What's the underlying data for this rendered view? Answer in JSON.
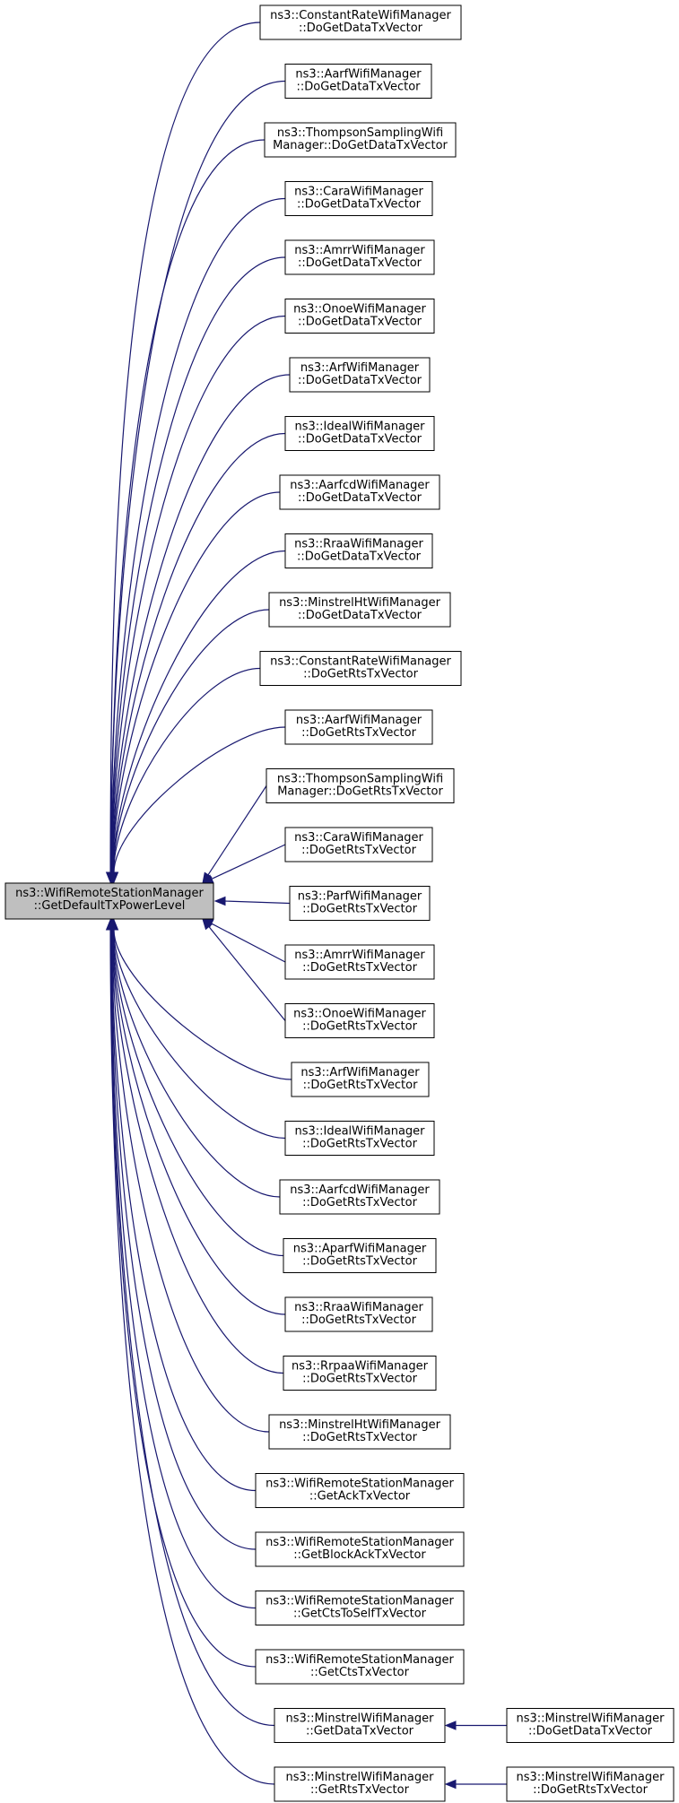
{
  "diagram": {
    "type": "caller-graph",
    "colors": {
      "edge": "#191970",
      "root_fill": "#bfbfbf",
      "node_fill": "#ffffff",
      "border": "#000000"
    },
    "root": {
      "id": "root",
      "lines": [
        "ns3::WifiRemoteStationManager",
        "::GetDefaultTxPowerLevel"
      ]
    },
    "callers": [
      {
        "id": "n1",
        "lines": [
          "ns3::ConstantRateWifiManager",
          "::DoGetDataTxVector"
        ]
      },
      {
        "id": "n2",
        "lines": [
          "ns3::AarfWifiManager",
          "::DoGetDataTxVector"
        ]
      },
      {
        "id": "n3",
        "lines": [
          "ns3::ThompsonSamplingWifi",
          "Manager::DoGetDataTxVector"
        ]
      },
      {
        "id": "n4",
        "lines": [
          "ns3::CaraWifiManager",
          "::DoGetDataTxVector"
        ]
      },
      {
        "id": "n5",
        "lines": [
          "ns3::AmrrWifiManager",
          "::DoGetDataTxVector"
        ]
      },
      {
        "id": "n6",
        "lines": [
          "ns3::OnoeWifiManager",
          "::DoGetDataTxVector"
        ]
      },
      {
        "id": "n7",
        "lines": [
          "ns3::ArfWifiManager",
          "::DoGetDataTxVector"
        ]
      },
      {
        "id": "n8",
        "lines": [
          "ns3::IdealWifiManager",
          "::DoGetDataTxVector"
        ]
      },
      {
        "id": "n9",
        "lines": [
          "ns3::AarfcdWifiManager",
          "::DoGetDataTxVector"
        ]
      },
      {
        "id": "n10",
        "lines": [
          "ns3::RraaWifiManager",
          "::DoGetDataTxVector"
        ]
      },
      {
        "id": "n11",
        "lines": [
          "ns3::MinstrelHtWifiManager",
          "::DoGetDataTxVector"
        ]
      },
      {
        "id": "n12",
        "lines": [
          "ns3::ConstantRateWifiManager",
          "::DoGetRtsTxVector"
        ]
      },
      {
        "id": "n13",
        "lines": [
          "ns3::AarfWifiManager",
          "::DoGetRtsTxVector"
        ]
      },
      {
        "id": "n14",
        "lines": [
          "ns3::ThompsonSamplingWifi",
          "Manager::DoGetRtsTxVector"
        ]
      },
      {
        "id": "n15",
        "lines": [
          "ns3::CaraWifiManager",
          "::DoGetRtsTxVector"
        ]
      },
      {
        "id": "n16",
        "lines": [
          "ns3::ParfWifiManager",
          "::DoGetRtsTxVector"
        ]
      },
      {
        "id": "n17",
        "lines": [
          "ns3::AmrrWifiManager",
          "::DoGetRtsTxVector"
        ]
      },
      {
        "id": "n18",
        "lines": [
          "ns3::OnoeWifiManager",
          "::DoGetRtsTxVector"
        ]
      },
      {
        "id": "n19",
        "lines": [
          "ns3::ArfWifiManager",
          "::DoGetRtsTxVector"
        ]
      },
      {
        "id": "n20",
        "lines": [
          "ns3::IdealWifiManager",
          "::DoGetRtsTxVector"
        ]
      },
      {
        "id": "n21",
        "lines": [
          "ns3::AarfcdWifiManager",
          "::DoGetRtsTxVector"
        ]
      },
      {
        "id": "n22",
        "lines": [
          "ns3::AparfWifiManager",
          "::DoGetRtsTxVector"
        ]
      },
      {
        "id": "n23",
        "lines": [
          "ns3::RraaWifiManager",
          "::DoGetRtsTxVector"
        ]
      },
      {
        "id": "n24",
        "lines": [
          "ns3::RrpaaWifiManager",
          "::DoGetRtsTxVector"
        ]
      },
      {
        "id": "n25",
        "lines": [
          "ns3::MinstrelHtWifiManager",
          "::DoGetRtsTxVector"
        ]
      },
      {
        "id": "n26",
        "lines": [
          "ns3::WifiRemoteStationManager",
          "::GetAckTxVector"
        ]
      },
      {
        "id": "n27",
        "lines": [
          "ns3::WifiRemoteStationManager",
          "::GetBlockAckTxVector"
        ]
      },
      {
        "id": "n28",
        "lines": [
          "ns3::WifiRemoteStationManager",
          "::GetCtsToSelfTxVector"
        ]
      },
      {
        "id": "n29",
        "lines": [
          "ns3::WifiRemoteStationManager",
          "::GetCtsTxVector"
        ]
      },
      {
        "id": "n30",
        "lines": [
          "ns3::MinstrelWifiManager",
          "::GetDataTxVector"
        ]
      },
      {
        "id": "n31",
        "lines": [
          "ns3::MinstrelWifiManager",
          "::GetRtsTxVector"
        ]
      }
    ],
    "second_level": [
      {
        "id": "m1",
        "lines": [
          "ns3::MinstrelWifiManager",
          "::DoGetDataTxVector"
        ],
        "calls": "n30"
      },
      {
        "id": "m2",
        "lines": [
          "ns3::MinstrelWifiManager",
          "::DoGetRtsTxVector"
        ],
        "calls": "n31"
      }
    ]
  }
}
